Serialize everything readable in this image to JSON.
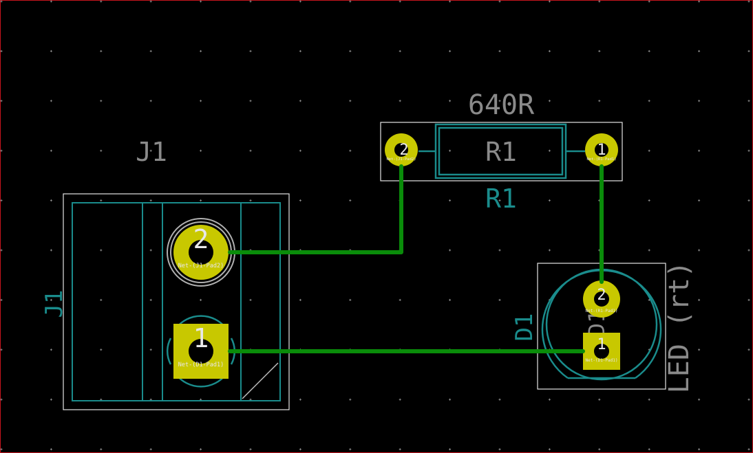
{
  "colors": {
    "background": "#000000",
    "board_edge": "#c8141e",
    "grid_dot": "#8c8c8c",
    "courtyard": "#e6e6e6",
    "fab_outline": "#1a8c8c",
    "pad": "#c8c800",
    "drill": "#000000",
    "track": "#0a8c0a",
    "ref_grey": "#8a8a8a",
    "ref_teal": "#1a8c8c"
  },
  "components": {
    "j1": {
      "reference_silk": "J1",
      "reference_fab": "J1",
      "pads": [
        {
          "number": "2",
          "net": "Net-(J1-Pad2)",
          "shape": "circle"
        },
        {
          "number": "1",
          "net": "Net-(D1-Pad1)",
          "shape": "square"
        }
      ]
    },
    "r1": {
      "value": "640R",
      "reference_fab": "R1",
      "reference_silk": "R1",
      "pads": [
        {
          "number": "2",
          "net": "Net-(J1-Pad2)",
          "shape": "circle"
        },
        {
          "number": "1",
          "net": "Net-(R1-Pad1)",
          "shape": "circle"
        }
      ]
    },
    "d1": {
      "reference_silk": "D1",
      "reference_fab": "D1",
      "value": "LED (rt)",
      "pads": [
        {
          "number": "2",
          "net": "Net-(R1-Pad1)",
          "shape": "circle"
        },
        {
          "number": "1",
          "net": "Net-(D1-Pad1)",
          "shape": "square"
        }
      ]
    }
  },
  "tracks": [
    {
      "name": "track-j1-pad2-to-r1-pad2",
      "net": "Net-(J1-Pad2)"
    },
    {
      "name": "track-r1-pad1-to-d1-pad2",
      "net": "Net-(R1-Pad1)"
    },
    {
      "name": "track-j1-pad1-to-d1-pad1",
      "net": "Net-(D1-Pad1)"
    }
  ]
}
